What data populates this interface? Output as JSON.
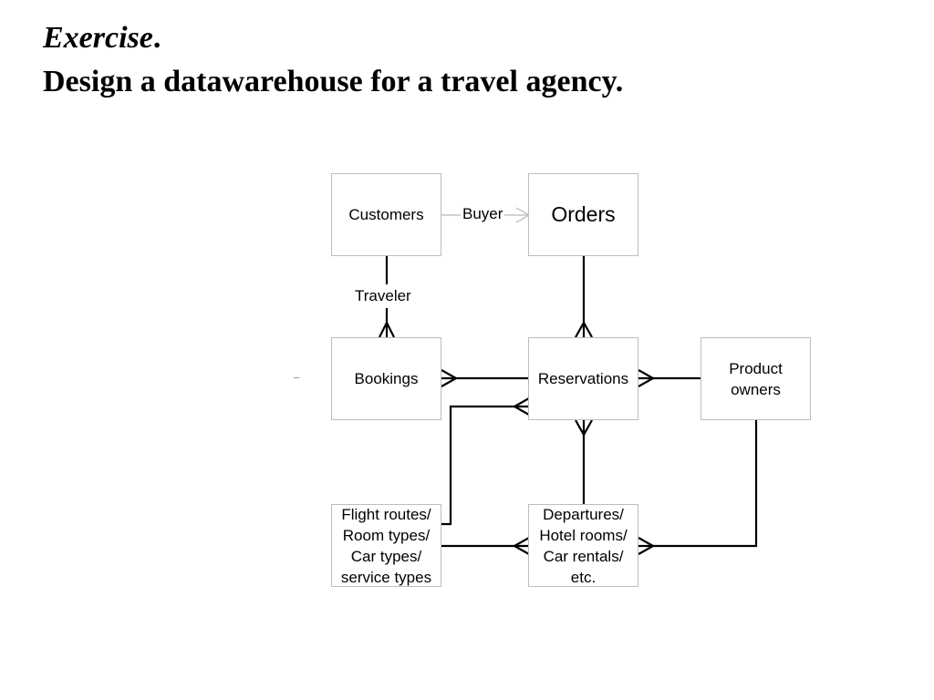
{
  "title": {
    "line1_word": "Exercise",
    "line1_punct": ".",
    "line2": "Design a datawarehouse for a travel agency."
  },
  "entities": {
    "customers": "Customers",
    "orders": "Orders",
    "bookings": "Bookings",
    "reservations": "Reservations",
    "product_owners": [
      "Product",
      "owners"
    ],
    "types": [
      "Flight routes/",
      "Room types/",
      "Car types/",
      "service types"
    ],
    "departures": [
      "Departures/",
      "Hotel rooms/",
      "Car rentals/",
      "etc."
    ]
  },
  "relationships": {
    "buyer": "Buyer",
    "traveler": "Traveler"
  },
  "colors": {
    "line": "#000000",
    "faint_line": "#b8b8b8",
    "box_border": "#bdbdbd"
  }
}
